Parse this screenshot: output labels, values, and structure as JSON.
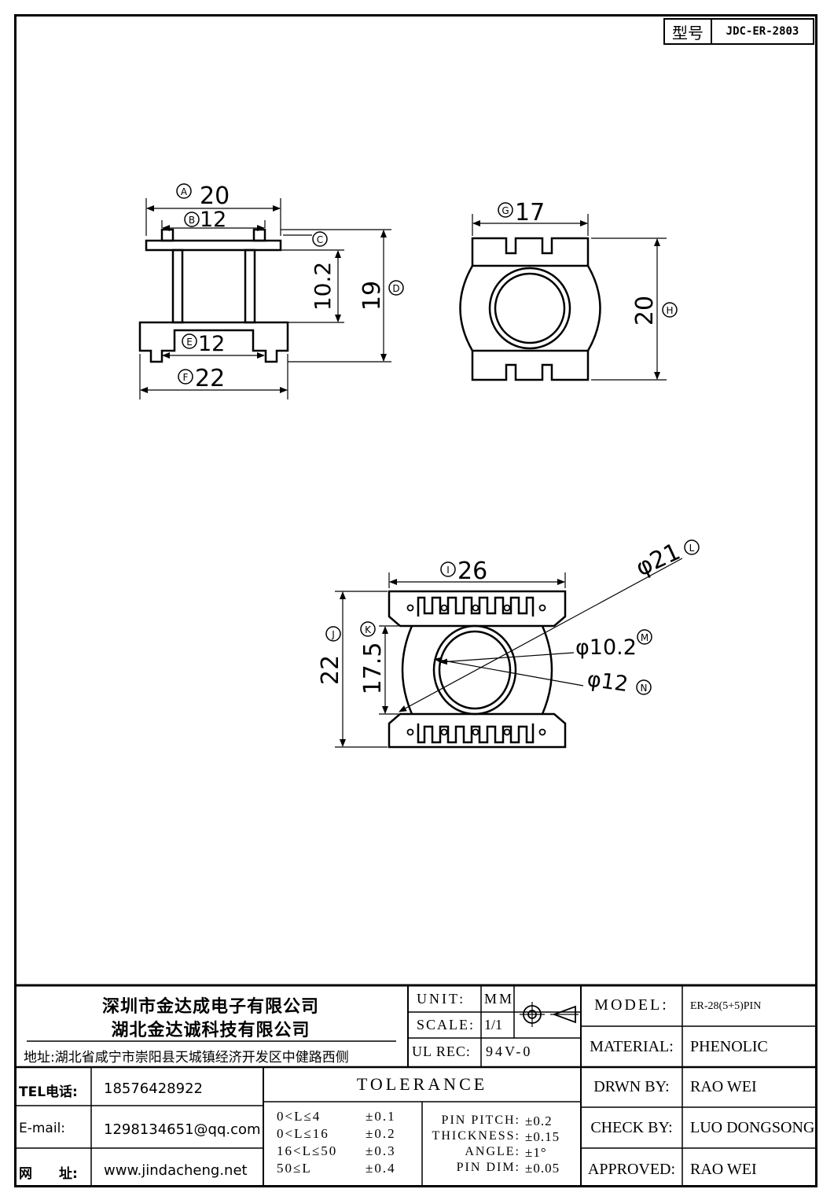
{
  "model_box": {
    "label": "型号",
    "value": "JDC-ER-2803"
  },
  "dimensions": {
    "A": "20",
    "B": "12",
    "C": "",
    "D": "19",
    "dim_10_2": "10.2",
    "E": "12",
    "F": "22",
    "G": "17",
    "H": "20",
    "I": "26",
    "J": "22",
    "K": "17.5",
    "L": "φ21",
    "M": "φ10.2",
    "N": "φ12"
  },
  "circle_letters": [
    "A",
    "B",
    "C",
    "D",
    "E",
    "F",
    "G",
    "H",
    "I",
    "J",
    "K",
    "L",
    "M",
    "N"
  ],
  "company": {
    "name_1": "深圳市金达成电子有限公司",
    "name_2": "湖北金达诚科技有限公司",
    "address": "地址:湖北省咸宁市崇阳县天城镇经济开发区中健路西侧"
  },
  "contact": {
    "tel_label": "TEL电话:",
    "tel": "18576428922",
    "email_label": "E-mail:",
    "email": "1298134651@qq.com",
    "web_label": "网　　址:",
    "web": "www.jindacheng.net"
  },
  "spec": {
    "unit_label": "UNIT:",
    "unit": "MM",
    "scale_label": "SCALE:",
    "scale": "1/1",
    "ul_label": "UL REC:",
    "ul": "94V-0"
  },
  "tolerance": {
    "title": "TOLERANCE",
    "ranges": [
      {
        "range": "0<L≤4",
        "value": "±0.1"
      },
      {
        "range": "0<L≤16",
        "value": "±0.2"
      },
      {
        "range": "16<L≤50",
        "value": "±0.3"
      },
      {
        "range": "50≤L",
        "value": "±0.4"
      }
    ],
    "others": [
      {
        "label": "PIN PITCH:",
        "value": "±0.2"
      },
      {
        "label": "THICKNESS:",
        "value": "±0.15"
      },
      {
        "label": "ANGLE:",
        "value": "±1°"
      },
      {
        "label": "PIN DIM:",
        "value": "±0.05"
      }
    ]
  },
  "info": {
    "model_label": "MODEL:",
    "model": "ER-28(5+5)PIN",
    "material_label": "MATERIAL:",
    "material": "PHENOLIC",
    "drawn_label": "DRWN BY:",
    "drawn": "RAO WEI",
    "check_label": "CHECK BY:",
    "check": "LUO DONGSONG",
    "approved_label": "APPROVED:",
    "approved": "RAO WEI"
  }
}
